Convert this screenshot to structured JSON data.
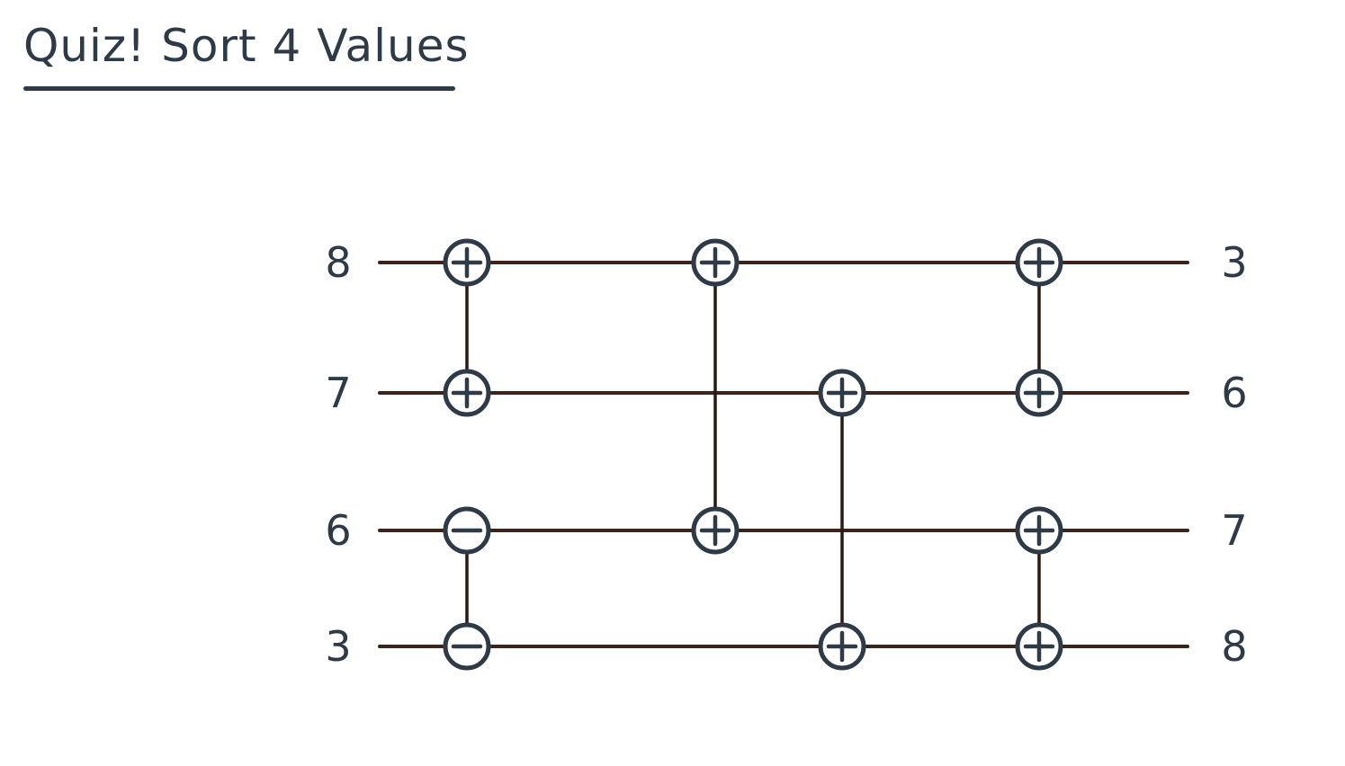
{
  "title": "Quiz! Sort 4 Values",
  "inputs": [
    "8",
    "7",
    "6",
    "3"
  ],
  "outputs": [
    "3",
    "6",
    "7",
    "8"
  ],
  "comparators": [
    {
      "stage": 1,
      "wires": [
        0,
        1
      ],
      "symbols": [
        "plus",
        "plus"
      ]
    },
    {
      "stage": 1,
      "wires": [
        2,
        3
      ],
      "symbols": [
        "minus",
        "minus"
      ]
    },
    {
      "stage": 2,
      "wires": [
        0,
        2
      ],
      "symbols": [
        "plus",
        "plus"
      ]
    },
    {
      "stage": 3,
      "wires": [
        1,
        3
      ],
      "symbols": [
        "plus",
        "plus"
      ]
    },
    {
      "stage": 4,
      "wires": [
        0,
        1
      ],
      "symbols": [
        "plus",
        "plus"
      ]
    },
    {
      "stage": 4,
      "wires": [
        2,
        3
      ],
      "symbols": [
        "plus",
        "plus"
      ]
    }
  ],
  "colors": {
    "ink": "#2e3a45",
    "wire": "#3a241c"
  }
}
